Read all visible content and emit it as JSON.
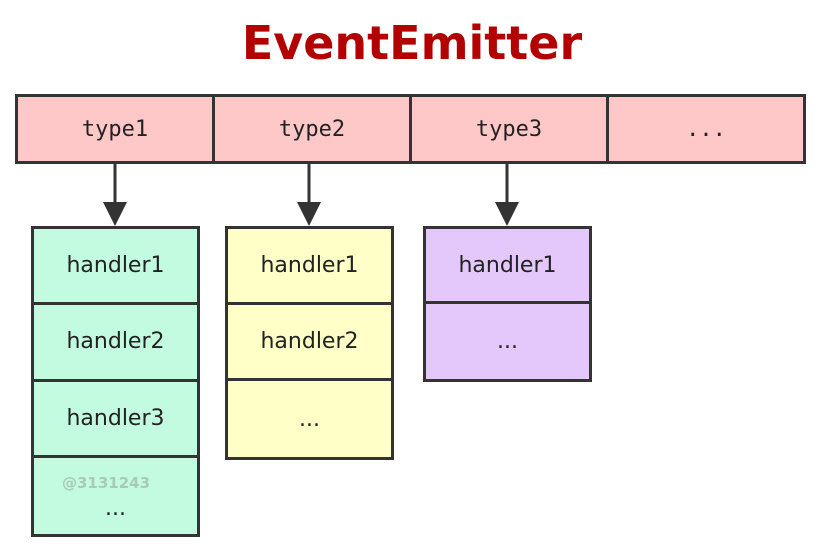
{
  "title": "EventEmitter",
  "types": [
    "type1",
    "type2",
    "type3",
    "..."
  ],
  "stacks": [
    {
      "color": "#c2fbdf",
      "handlers": [
        "handler1",
        "handler2",
        "handler3",
        "..."
      ]
    },
    {
      "color": "#ffffc8",
      "handlers": [
        "handler1",
        "handler2",
        "..."
      ]
    },
    {
      "color": "#e4c8fc",
      "handlers": [
        "handler1",
        "..."
      ]
    }
  ],
  "watermark": "@3131243",
  "colors": {
    "title": "#b30000",
    "type_row": "#ffc8c8",
    "border": "#333333"
  }
}
